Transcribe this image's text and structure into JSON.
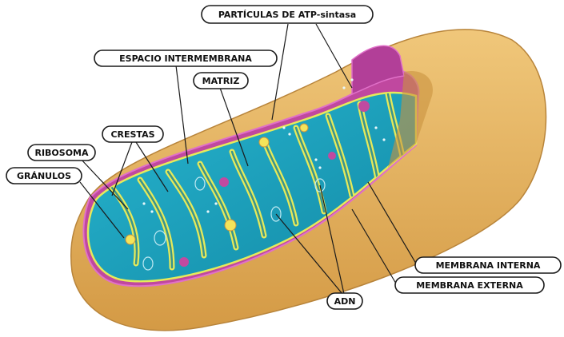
{
  "diagram": {
    "labels": {
      "atp_sintasa": "PARTÍCULAS DE ATP-sintasa",
      "espacio_intermembrana": "ESPACIO INTERMEMBRANA",
      "matriz": "MATRIZ",
      "crestas": "CRESTAS",
      "ribosoma": "RIBOSOMA",
      "granulos": "GRÁNULOS",
      "membrana_interna": "MEMBRANA INTERNA",
      "membrana_externa": "MEMBRANA EXTERNA",
      "adn": "ADN"
    },
    "colors": {
      "outer_membrane": "#e8b866",
      "outer_membrane_shade": "#c9923f",
      "intermembrane_space": "#c0489f",
      "inner_membrane": "#e6ea5a",
      "matrix": "#1ea9c4",
      "matrix_dark": "#0f7f9a",
      "ribosome": "#c14aa0",
      "granule": "#f4e45a"
    }
  }
}
